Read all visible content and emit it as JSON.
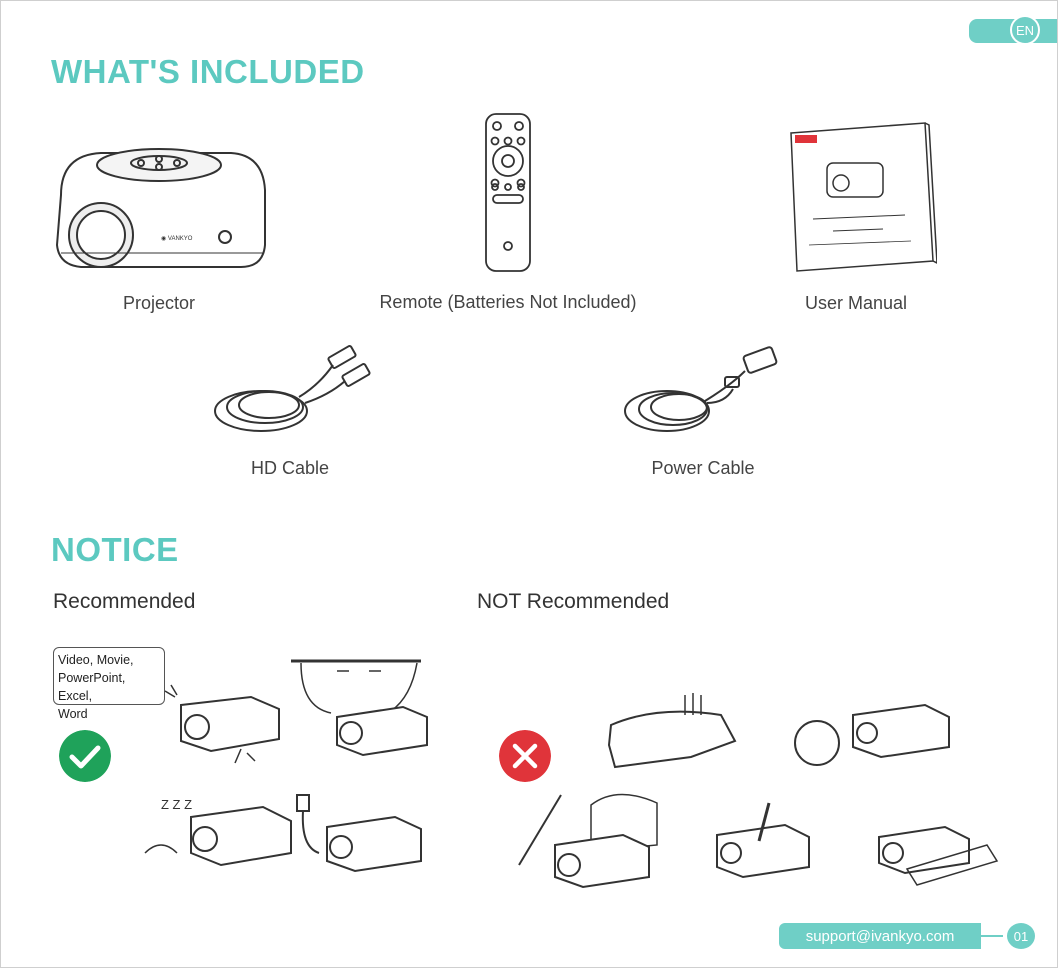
{
  "language_badge": "EN",
  "whats_included": {
    "heading": "WHAT'S INCLUDED",
    "items": [
      {
        "label": "Projector",
        "icon": "projector-icon"
      },
      {
        "label": "Remote (Batteries Not Included)",
        "icon": "remote-control-icon"
      },
      {
        "label": "User Manual",
        "icon": "user-manual-icon"
      },
      {
        "label": "HD Cable",
        "icon": "hd-cable-icon"
      },
      {
        "label": "Power Cable",
        "icon": "power-cable-icon"
      }
    ]
  },
  "notice": {
    "heading": "NOTICE",
    "recommended": {
      "label": "Recommended",
      "bubble_lines": [
        "Video, Movie,",
        "PowerPoint, Excel,",
        "Word"
      ],
      "badge_icon": "checkmark-icon",
      "badge_color": "#1fa25a"
    },
    "not_recommended": {
      "label": "NOT Recommended",
      "badge_icon": "cross-icon",
      "badge_color": "#e0343a"
    }
  },
  "footer": {
    "support_email": "support@ivankyo.com",
    "page_number": "01"
  },
  "colors": {
    "accent": "#5cc9c0"
  }
}
